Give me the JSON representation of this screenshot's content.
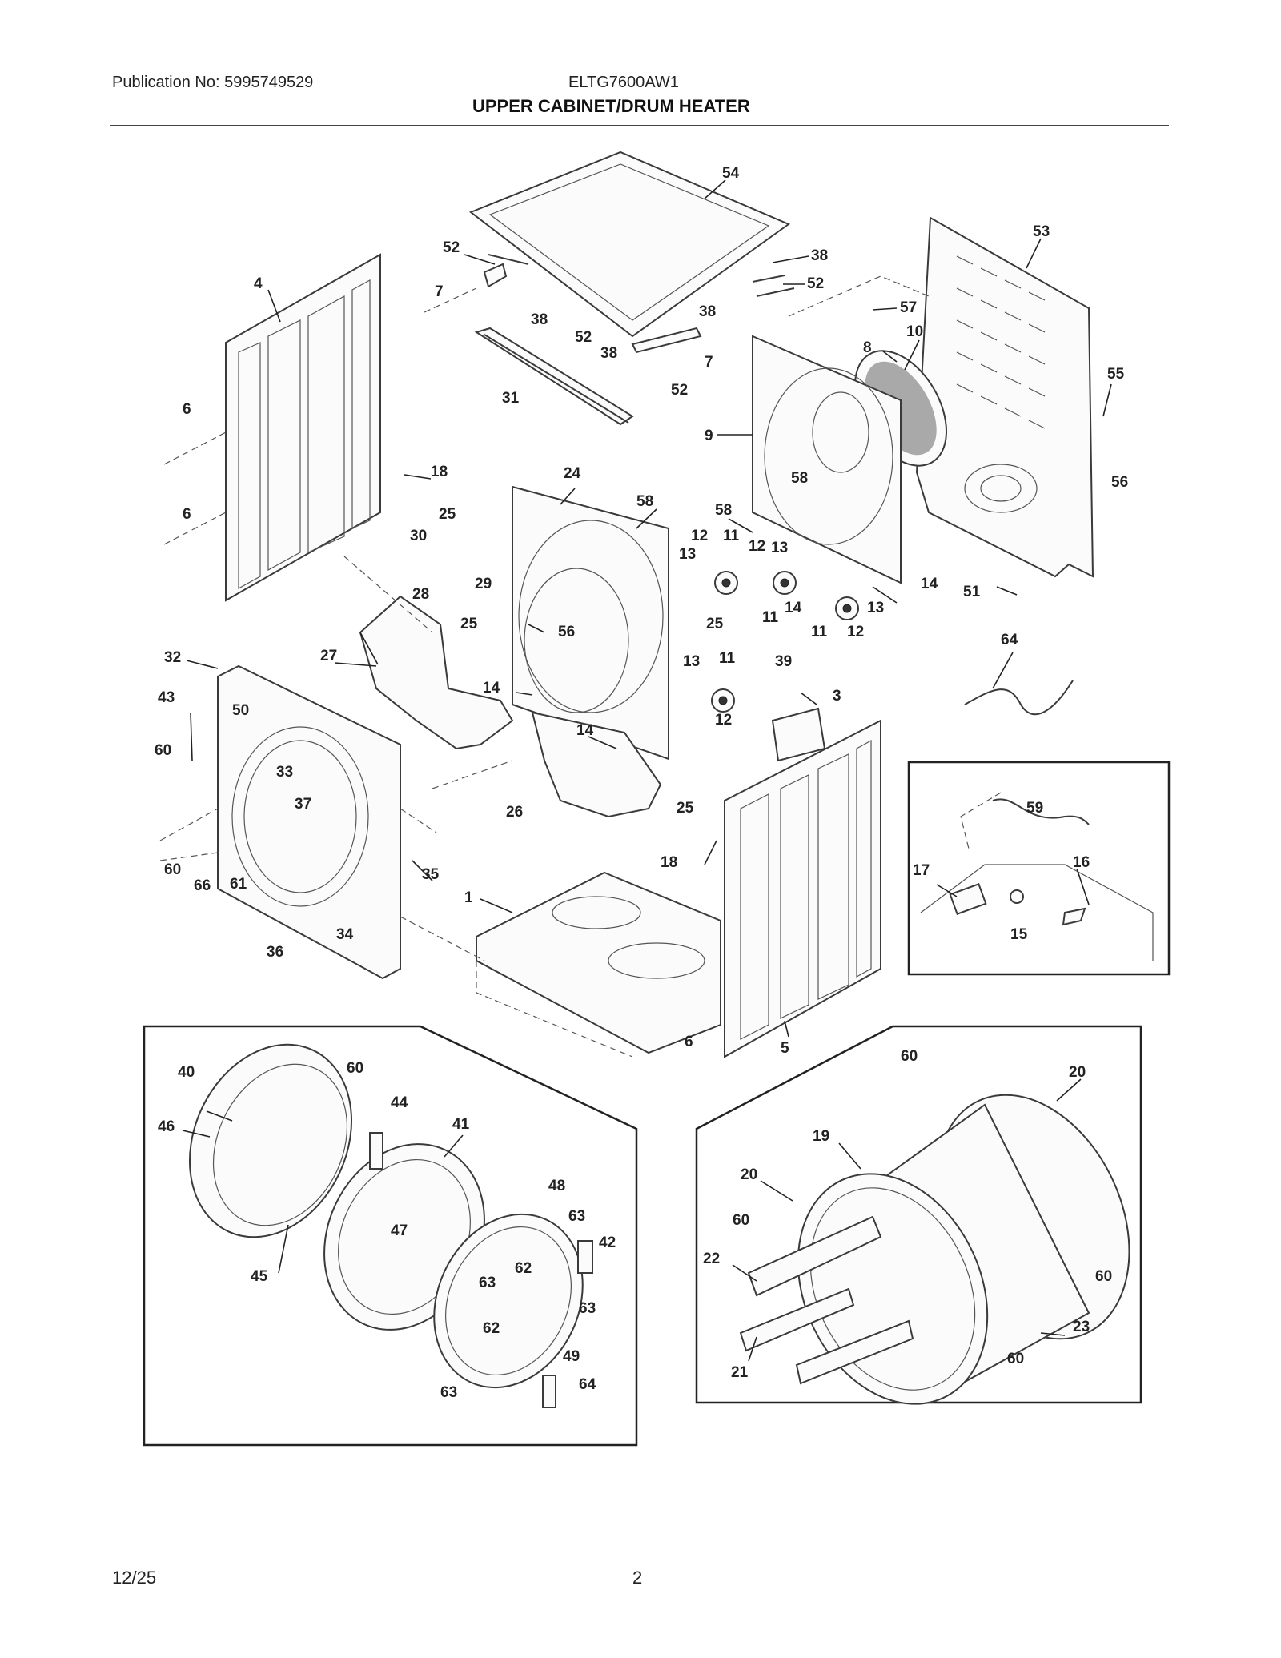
{
  "header": {
    "publication": "Publication No: 5995749529",
    "model": "ELTG7600AW1",
    "title": "UPPER CABINET/DRUM HEATER"
  },
  "footer": {
    "date": "12/25",
    "page": "2"
  },
  "labels": {
    "l54": "54",
    "l53": "53",
    "l52a": "52",
    "l52b": "52",
    "l52c": "52",
    "l52d": "52",
    "l38a": "38",
    "l38b": "38",
    "l38c": "38",
    "l38d": "38",
    "l7a": "7",
    "l7b": "7",
    "l4": "4",
    "l57": "57",
    "l8": "8",
    "l10": "10",
    "l55": "55",
    "l31": "31",
    "l6a": "6",
    "l6b": "6",
    "l6c": "6",
    "l9": "9",
    "l18a": "18",
    "l18b": "18",
    "l24": "24",
    "l58a": "58",
    "l58b": "58",
    "l58c": "58",
    "l56a": "56",
    "l56b": "56",
    "l25a": "25",
    "l25b": "25",
    "l25c": "25",
    "l25d": "25",
    "l30": "30",
    "l29": "29",
    "l28": "28",
    "l27": "27",
    "l12a": "12",
    "l12b": "12",
    "l12c": "12",
    "l12d": "12",
    "l11a": "11",
    "l11b": "11",
    "l11c": "11",
    "l11d": "11",
    "l13a": "13",
    "l13b": "13",
    "l13c": "13",
    "l13d": "13",
    "l14a": "14",
    "l14b": "14",
    "l14c": "14",
    "l14d": "14",
    "l51": "51",
    "l32": "32",
    "l43": "43",
    "l50": "50",
    "l60a": "60",
    "l60b": "60",
    "l33": "33",
    "l37": "37",
    "l66": "66",
    "l61": "61",
    "l36": "36",
    "l34": "34",
    "l35": "35",
    "l26": "26",
    "l1": "1",
    "l39": "39",
    "l3": "3",
    "l64a": "64",
    "l59": "59",
    "l17": "17",
    "l16": "16",
    "l15": "15",
    "l5": "5",
    "l40": "40",
    "l46": "46",
    "l60c": "60",
    "l44": "44",
    "l41": "41",
    "l48": "48",
    "l63a": "63",
    "l42": "42",
    "l47": "47",
    "l62a": "62",
    "l63b": "63",
    "l63c": "63",
    "l62b": "62",
    "l45": "45",
    "l49": "49",
    "l64b": "64",
    "l63d": "63",
    "l60d": "60",
    "l20a": "20",
    "l19": "19",
    "l20b": "20",
    "l60e": "60",
    "l22": "22",
    "l60f": "60",
    "l23": "23",
    "l21": "21",
    "l60g": "60"
  }
}
